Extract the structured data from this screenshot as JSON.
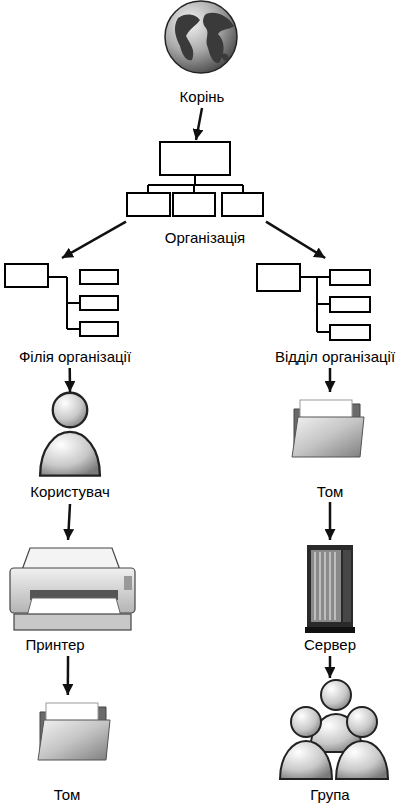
{
  "diagram": {
    "nodes": [
      {
        "text": [
          "Корінь"
        ]
      },
      {
        "text": [
          "Організація"
        ]
      },
      {
        "text": [
          "Філія організації"
        ]
      },
      {
        "text": [
          "Відділ організації"
        ]
      },
      {
        "text": [
          "Користувач"
        ]
      },
      {
        "text": [
          "Принтер"
        ]
      },
      {
        "text": [
          "Том"
        ]
      },
      {
        "text": [
          "Том"
        ]
      },
      {
        "text": [
          "Сервер"
        ]
      },
      {
        "text": [
          "Група"
        ]
      }
    ],
    "edges": [
      {
        "from": 0,
        "to": 1,
        "arrow": "to"
      },
      {
        "from": 1,
        "to": 2,
        "arrow": "to"
      },
      {
        "from": 1,
        "to": 3,
        "arrow": "to"
      },
      {
        "from": 2,
        "to": 4,
        "arrow": "to"
      },
      {
        "from": 4,
        "to": 5,
        "arrow": "to"
      },
      {
        "from": 5,
        "to": 6,
        "arrow": "to"
      },
      {
        "from": 3,
        "to": 7,
        "arrow": "to"
      },
      {
        "from": 7,
        "to": 8,
        "arrow": "to"
      },
      {
        "from": 8,
        "to": 9,
        "arrow": "to"
      }
    ]
  }
}
